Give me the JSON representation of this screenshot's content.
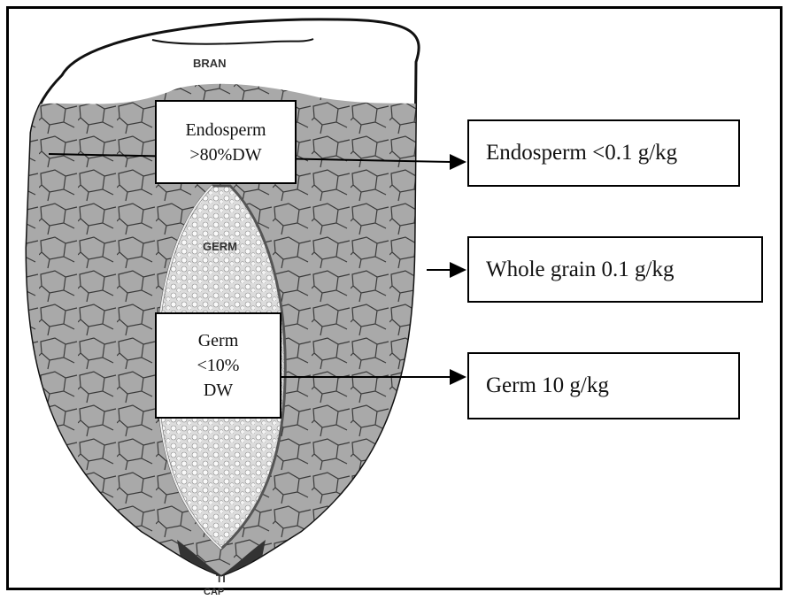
{
  "diagram": {
    "section_labels": {
      "bran": "BRAN",
      "germ": "GERM",
      "tip": "TI",
      "tip_cap": "CAP"
    },
    "inner_boxes": {
      "endosperm": [
        "Endosperm",
        ">80%DW"
      ],
      "germ": [
        "Germ",
        "<10%",
        "DW"
      ]
    },
    "outer_boxes": {
      "endosperm": "Endosperm <0.1 g/kg",
      "whole_grain": "Whole grain 0.1 g/kg",
      "germ": "Germ 10 g/kg"
    },
    "colors": {
      "endosperm_fill": "#a9a9a9",
      "germ_fill": "#dcdcdc",
      "bran_fill": "#ffffff",
      "tip_fill": "#333333",
      "line": "#000000"
    }
  }
}
